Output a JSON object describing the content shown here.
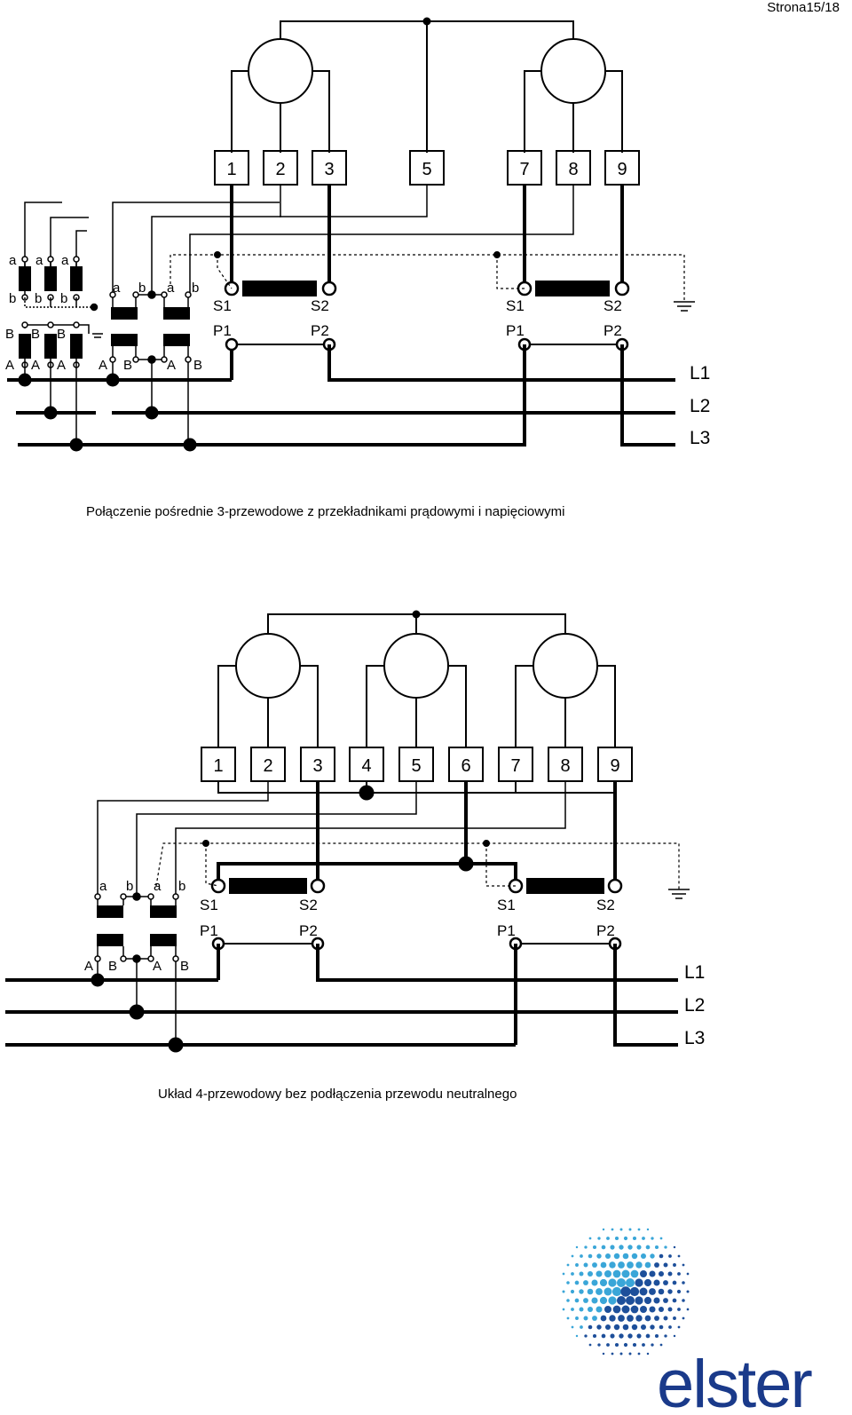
{
  "page": {
    "number": "Strona15/18"
  },
  "diagram1": {
    "caption": "Połączenie pośrednie 3-przewodowe z przekładnikami prądowymi i napięciowymi",
    "terminals": [
      "1",
      "2",
      "3",
      "5",
      "7",
      "8",
      "9"
    ],
    "ct_labels": {
      "s1": "S1",
      "s2": "S2",
      "p1": "P1",
      "p2": "P2"
    },
    "lines": [
      "L1",
      "L2",
      "L3"
    ],
    "vt_secondary": [
      "a",
      "b"
    ],
    "vt_primary": [
      "A",
      "B"
    ]
  },
  "diagram2": {
    "caption": "Układ 4-przewodowy bez podłączenia przewodu neutralnego",
    "terminals": [
      "1",
      "2",
      "3",
      "4",
      "5",
      "6",
      "7",
      "8",
      "9"
    ],
    "ct_labels": {
      "s1": "S1",
      "s2": "S2",
      "p1": "P1",
      "p2": "P2"
    },
    "lines": [
      "L1",
      "L2",
      "L3"
    ],
    "vt_secondary": [
      "a",
      "b"
    ],
    "vt_primary": [
      "A",
      "B"
    ]
  },
  "logo": {
    "text": "elster",
    "color": "#1a3a8a"
  }
}
